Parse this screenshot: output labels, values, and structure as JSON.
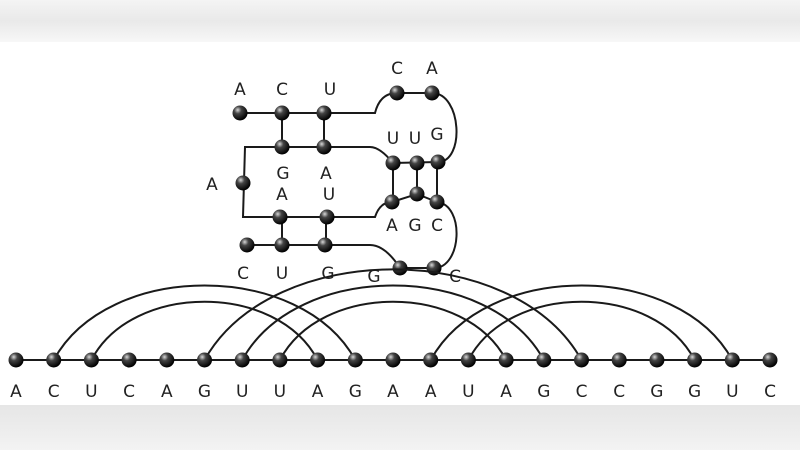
{
  "colors": {
    "line": "#1a1a1a",
    "node": "#111111",
    "background": "#ffffff"
  },
  "structure": {
    "labels": {
      "top_a": "A",
      "top_c": "C",
      "top_u": "U",
      "loop_c": "C",
      "loop_a": "A",
      "right_u1": "U",
      "right_u2": "U",
      "right_g": "G",
      "stem1_g": "G",
      "stem1_a": "A",
      "left_a": "A",
      "stem2_a": "A",
      "stem2_u": "U",
      "right_a": "A",
      "right_g2": "G",
      "right_c": "C",
      "bot_c": "C",
      "bot_u": "U",
      "bot_g": "G",
      "loop2_g": "G",
      "loop2_c": "C"
    }
  },
  "linear": {
    "sequence": [
      "A",
      "C",
      "U",
      "C",
      "A",
      "G",
      "U",
      "U",
      "A",
      "G",
      "A",
      "A",
      "U",
      "A",
      "G",
      "C",
      "C",
      "G",
      "G",
      "U",
      "C"
    ],
    "pairs": [
      [
        2,
        10
      ],
      [
        3,
        9
      ],
      [
        6,
        16
      ],
      [
        7,
        15
      ],
      [
        8,
        14
      ],
      [
        12,
        20
      ],
      [
        13,
        19
      ]
    ]
  }
}
